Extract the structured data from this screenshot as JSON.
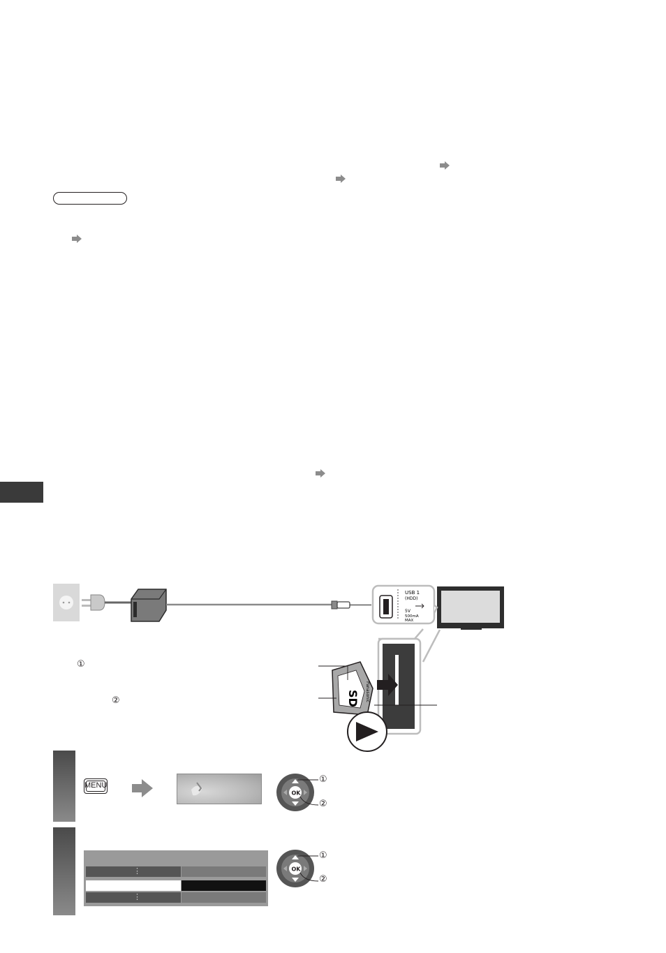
{
  "step_markers": {
    "circle_1": "①",
    "circle_2": "②"
  },
  "remote": {
    "menu_label": "MENU",
    "ok_label": "OK"
  },
  "usb_port": {
    "line1": "USB 1",
    "line2": "(HDD)",
    "line3": "5V",
    "line4": "500mA",
    "line5": "MAX"
  },
  "sd_card": {
    "logo": "SD",
    "brand": "Panasonic"
  },
  "colors": {
    "side_tab": "#3a3a3a",
    "step_bar": "#6e6e6e",
    "menu_highlight": "#ffffff",
    "menu_selected_value": "#111111"
  }
}
